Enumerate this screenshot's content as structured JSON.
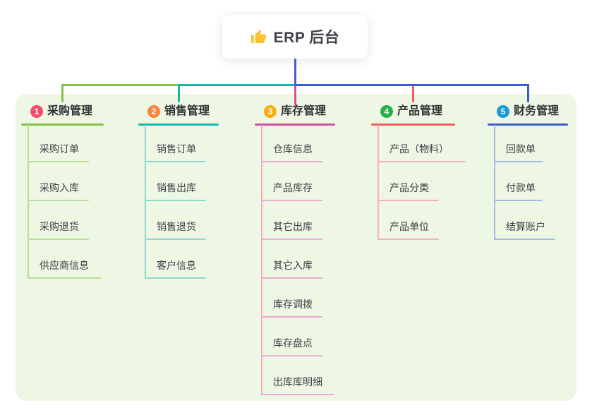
{
  "root": {
    "label": "ERP 后台",
    "icon": "thumbs-up",
    "icon_color": "#f7c331"
  },
  "branches": [
    {
      "badge": "1",
      "label": "采购管理",
      "color": "#85c24a",
      "light_color": "#bcdd96",
      "badge_color": "#f54a6d",
      "children": [
        "采购订单",
        "采购入库",
        "采购退货",
        "供应商信息"
      ]
    },
    {
      "badge": "2",
      "label": "销售管理",
      "color": "#14b7ad",
      "light_color": "#8fd9d3",
      "badge_color": "#f6863d",
      "children": [
        "销售订单",
        "销售出库",
        "销售退货",
        "客户信息"
      ]
    },
    {
      "badge": "3",
      "label": "库存管理",
      "color": "#d1509e",
      "light_color": "#efabd4",
      "badge_color": "#f8ae17",
      "children": [
        "仓库信息",
        "产品库存",
        "其它出库",
        "其它入库",
        "库存调拨",
        "库存盘点",
        "出库库明细"
      ]
    },
    {
      "badge": "4",
      "label": "产品管理",
      "color": "#f25b5e",
      "light_color": "#f9b0b2",
      "badge_color": "#27b04a",
      "children": [
        "产品（物料）",
        "产品分类",
        "产品单位"
      ]
    },
    {
      "badge": "5",
      "label": "财务管理",
      "color": "#3d5ec6",
      "light_color": "#a7b9e7",
      "badge_color": "#1a9bd8",
      "children": [
        "回款单",
        "付款单",
        "结算账户"
      ]
    }
  ],
  "colors": {
    "canvas_bg": "#ffffff",
    "panel_bg": "#edf7e4",
    "root_line": "#4a5fc7",
    "text": "#3c3c40"
  }
}
